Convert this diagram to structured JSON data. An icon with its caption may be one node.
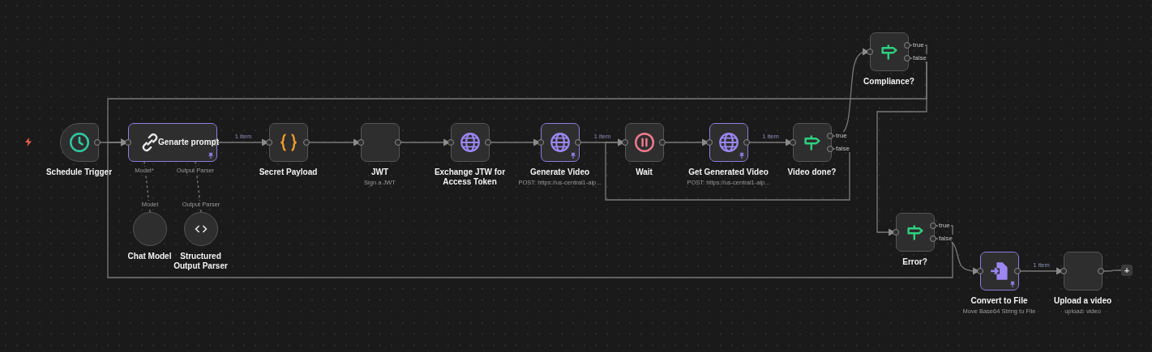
{
  "diagram": {
    "nodes": [
      {
        "text": [
          "Schedule Trigger"
        ]
      },
      {
        "text": [
          "Genarte prompt"
        ]
      },
      {
        "text": [
          "Secret Payload"
        ]
      },
      {
        "text": [
          "JWT",
          "Sign a JWT"
        ]
      },
      {
        "text": [
          "Exchange JTW for Access Token"
        ]
      },
      {
        "text": [
          "Generate Video",
          "POST: https://us-central1-aip..."
        ]
      },
      {
        "text": [
          "Wait"
        ]
      },
      {
        "text": [
          "Get Generated Video",
          "POST: https://us-central1-aip..."
        ]
      },
      {
        "text": [
          "Video done?"
        ],
        "beside": [
          "true",
          "false"
        ]
      },
      {
        "text": [
          "Compliance?"
        ],
        "beside": [
          "true",
          "false"
        ]
      },
      {
        "text": [
          "Error?"
        ],
        "beside": [
          "true",
          "false"
        ]
      },
      {
        "text": [
          "Convert to File",
          "Move Base64 String to File"
        ]
      },
      {
        "text": [
          "Upload a video",
          "upload: video"
        ]
      },
      {
        "text": [
          "+"
        ]
      },
      {
        "text": [
          "Chat Model"
        ]
      },
      {
        "text": [
          "Structured Output Parser"
        ]
      }
    ],
    "edges": [
      {
        "from": 0,
        "to": 1,
        "arrow": "to"
      },
      {
        "from": 1,
        "to": 2,
        "arrow": "to",
        "label": "1 item"
      },
      {
        "from": 2,
        "to": 3,
        "arrow": "to"
      },
      {
        "from": 3,
        "to": 4,
        "arrow": "to"
      },
      {
        "from": 4,
        "to": 5,
        "arrow": "to"
      },
      {
        "from": 5,
        "to": 6,
        "arrow": "to",
        "label": "1 item"
      },
      {
        "from": 6,
        "to": 7,
        "arrow": "to"
      },
      {
        "from": 7,
        "to": 8,
        "arrow": "to",
        "label": "1 item"
      },
      {
        "from": 8,
        "to": 9,
        "arrow": "to"
      },
      {
        "from": 8,
        "to": 6,
        "arrow": "to"
      },
      {
        "from": 9,
        "to": 1,
        "arrow": "to"
      },
      {
        "from": 9,
        "to": 10,
        "arrow": "to"
      },
      {
        "from": 10,
        "to": 1,
        "arrow": "to"
      },
      {
        "from": 10,
        "to": 11,
        "arrow": "to"
      },
      {
        "from": 11,
        "to": 12,
        "arrow": "to",
        "label": "1 item"
      },
      {
        "from": 12,
        "to": 13,
        "arrow": "none"
      },
      {
        "from": 14,
        "to": 1,
        "arrow": "none",
        "style": "dashed",
        "label": "Model"
      },
      {
        "from": 15,
        "to": 1,
        "arrow": "none",
        "style": "dashed",
        "label": "Output Parser"
      }
    ],
    "labels": [
      "Model*",
      "Output Parser"
    ]
  }
}
